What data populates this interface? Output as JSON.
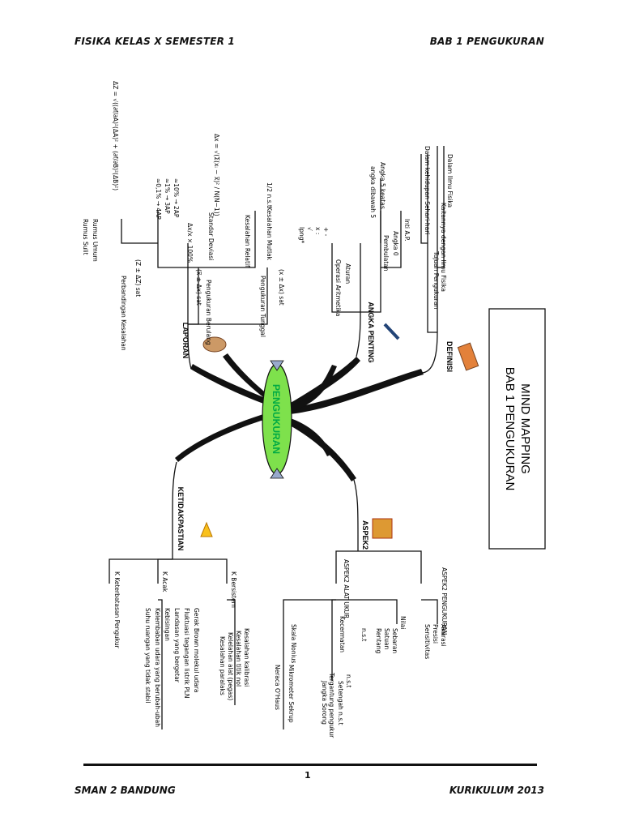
{
  "header": {
    "left": "FISIKA KELAS X SEMESTER 1",
    "right": "BAB 1  PENGUKURAN"
  },
  "footer": {
    "left": "SMAN 2 BANDUNG",
    "right": "KURIKULUM 2013",
    "page": "1"
  },
  "title_box": {
    "line1": "MIND MAPPING",
    "line2": "BAB 1  PENGUKURAN"
  },
  "center": "PENGUKURAN",
  "definisi": {
    "label": "DEFINISI",
    "items": [
      "Kaitannya dengan Ilmu Fisika",
      "Tujuan Pengukuran",
      "Dalam Ilmu Fisika",
      "Dalam kehidupan Sehari-hari"
    ]
  },
  "angka_penting": {
    "label": "ANGKA PENTING",
    "aturan": "Aturan",
    "aturan_items": [
      "Inti A.P.",
      "Angka 0",
      "Pembulatan"
    ],
    "angka0_items": [
      "Angka 5 keatas",
      "angka dibawah 5"
    ],
    "operasi": "Operasi Aritmetika",
    "operasi_items": [
      "+ -",
      "x :",
      "√",
      "lpng*"
    ]
  },
  "laporan": {
    "label": "LAPORAN",
    "tunggal": "Pengukuran Tunggal",
    "tunggal_formula": "(x ± Δx) sat",
    "berulang": "Pengukuran Berulang",
    "berulang_formula": "(x̅ ± Δx) sat",
    "kesalahan": "Kesalahan Mutlak",
    "kesalahan_val": "1/2 n.s.t",
    "kesalahan_relatif": "Kesalahan Relatif",
    "sd_label": "Standar Deviasi",
    "sd_formula": "Δx = √(Σ(xᵢ − x̅)² / N(N−1))",
    "rel_formula": "Δx/x × 100%",
    "ap_rules": [
      "≈10% → 2AP",
      "≈1% → 3AP",
      "≈0,1% → 4AP"
    ],
    "perbandingan": "Perbandingan Kesalahan",
    "perbandingan_formula": "(Z ± ΔZ) sat",
    "rumus": "Rumus Umum",
    "rumus_items": [
      "Rumus Umum",
      "Rumus Sulit"
    ],
    "big_formula": "ΔZ = √((∂f/∂A)²(ΔA)² + (∂f/∂B)²(ΔB)²)"
  },
  "aspek": {
    "label": "ASPEK2",
    "pengukuran": "ASPEK2 PENGUKURAN",
    "pengukuran_items": [
      "Akurasi",
      "Presisi",
      "Sensitivitas"
    ],
    "alat": "ASPEK2 ALAT UKUR",
    "alat_items": [
      "Nilai",
      "Sebaran",
      "Satuan",
      "Rentang",
      "n.s.t"
    ],
    "kecermatan": "Kecermatan",
    "kecermatan_items": [
      "n.s.t",
      "Setengah n.s.t",
      "Tergantung pengukur"
    ],
    "skala": "Skala Nonius",
    "skala_items": [
      "Jangka Sorong",
      "Mikrometer Sekrup",
      "Neraca O'Haus"
    ]
  },
  "ketidakpastian": {
    "label": "KETIDAKPASTIAN",
    "k_bersistem": "K Bersistem",
    "bersistem_items": [
      "Kesalahan kalibrasi",
      "Kesalahan titik nol",
      "Kelelahan alat (pegas)",
      "Kesalahan paralaks"
    ],
    "k_acak": "K Acak",
    "acak_items": [
      "Gerak Brown molekul udara",
      "Fluktuasi tegangan listrik PLN",
      "Landasan yang bergetar",
      "Kebisingan",
      "Kelembaban udara yang berubah-ubah",
      "Suhu ruangan yang tidak stabil"
    ],
    "k_keterbatasan": "K Keterbatasan Pengukur"
  }
}
